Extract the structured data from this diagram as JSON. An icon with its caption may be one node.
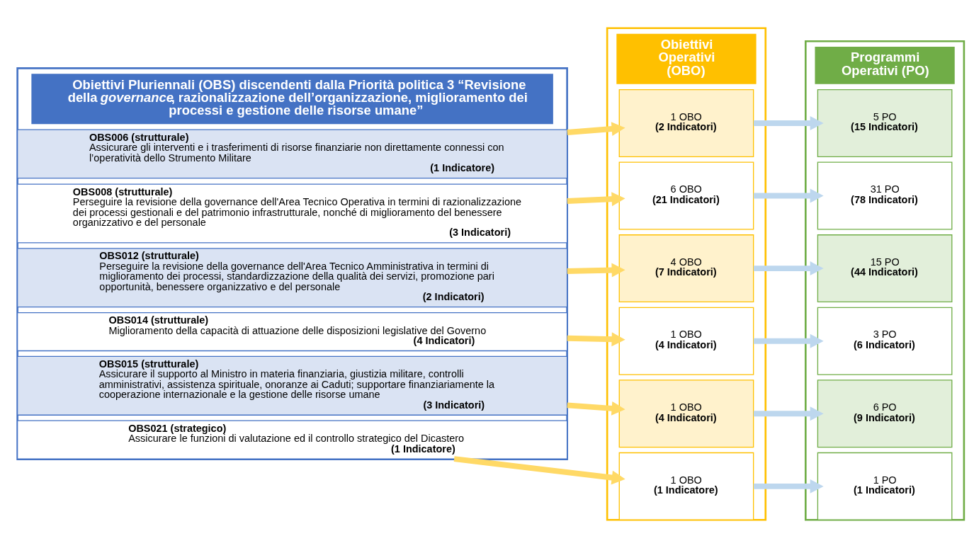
{
  "diagram": {
    "nodes": [
      {
        "text": [
          "Obiettivi Pluriennali (OBS) discendenti dalla Priorità politica 3 “Revisione della *governance*, razionalizzazione dell’organizzazione, miglioramento dei processi e gestione delle risorse umane”"
        ]
      },
      {
        "text": [
          "OBS006 (strutturale)",
          "Assicurare gli interventi e i trasferimenti di risorse finanziarie non direttamente connessi con l’operatività dello Strumento Militare",
          "(1 Indicatore)"
        ],
        "in": 0
      },
      {
        "text": [
          "OBS008 (strutturale)",
          "Perseguire la revisione della governance dell'Area Tecnico Operativa in termini di razionalizzazione dei processi gestionali e del patrimonio infrastrutturale, nonché di miglioramento del benessere organizzativo e del personale",
          "(3 Indicatori)"
        ],
        "in": 0
      },
      {
        "text": [
          "OBS012 (strutturale)",
          "Perseguire la revisione della governance dell'Area Tecnico Amministrativa in termini di miglioramento dei processi, standardizzazione della qualità dei servizi, promozione pari opportunità, benessere organizzativo e del personale",
          "(2 Indicatori)"
        ],
        "in": 0
      },
      {
        "text": [
          "OBS014 (strutturale)",
          "Miglioramento della capacità di attuazione delle disposizioni legislative del Governo",
          "(4 Indicatori)"
        ],
        "in": 0
      },
      {
        "text": [
          "OBS015 (strutturale)",
          "Assicurare il supporto al Ministro in materia finanziaria, giustizia militare, controlli amministrativi, assistenza spirituale, onoranze ai Caduti; supportare finanziariamente la cooperazione internazionale e la gestione delle risorse umane",
          "(3 Indicatori)"
        ],
        "in": 0
      },
      {
        "text": [
          "OBS021 (strategico)",
          "Assicurare le funzioni di valutazione ed il controllo strategico del Dicastero",
          "(1 Indicatore)"
        ],
        "in": 0
      },
      {
        "text": [
          "Obiettivi Operativi (OBO)"
        ]
      },
      {
        "text": [
          "1 OBO",
          "(2 Indicatori)"
        ],
        "in": 7
      },
      {
        "text": [
          "6 OBO",
          "(21 Indicatori)"
        ],
        "in": 7
      },
      {
        "text": [
          "4 OBO",
          "(7 Indicatori)"
        ],
        "in": 7
      },
      {
        "text": [
          "1 OBO",
          "(4 Indicatori)"
        ],
        "in": 7
      },
      {
        "text": [
          "1 OBO",
          "(4 Indicatori)"
        ],
        "in": 7
      },
      {
        "text": [
          "1 OBO",
          "(1 Indicatore)"
        ],
        "in": 7
      },
      {
        "text": [
          "Programmi Operativi (PO)"
        ]
      },
      {
        "text": [
          "5 PO",
          "(15 Indicatori)"
        ],
        "in": 14
      },
      {
        "text": [
          "31 PO",
          "(78 Indicatori)"
        ],
        "in": 14
      },
      {
        "text": [
          "15 PO",
          "(44 Indicatori)"
        ],
        "in": 14
      },
      {
        "text": [
          "3 PO",
          "(6 Indicatori)"
        ],
        "in": 14
      },
      {
        "text": [
          "6 PO",
          "(9 Indicatori)"
        ],
        "in": 14
      },
      {
        "text": [
          "1 PO",
          "(1 Indicatori)"
        ],
        "in": 14
      }
    ],
    "edges": [
      {
        "from": 1,
        "to": 8,
        "arrow": "to",
        "color": "#ffd966"
      },
      {
        "from": 2,
        "to": 9,
        "arrow": "to",
        "color": "#ffd966"
      },
      {
        "from": 3,
        "to": 10,
        "arrow": "to",
        "color": "#ffd966"
      },
      {
        "from": 4,
        "to": 11,
        "arrow": "to",
        "color": "#ffd966"
      },
      {
        "from": 5,
        "to": 12,
        "arrow": "to",
        "color": "#ffd966"
      },
      {
        "from": 6,
        "to": 13,
        "arrow": "to",
        "color": "#ffd966"
      },
      {
        "from": 8,
        "to": 15,
        "arrow": "to",
        "color": "#bdd7ee"
      },
      {
        "from": 9,
        "to": 16,
        "arrow": "to",
        "color": "#bdd7ee"
      },
      {
        "from": 10,
        "to": 17,
        "arrow": "to",
        "color": "#bdd7ee"
      },
      {
        "from": 11,
        "to": 18,
        "arrow": "to",
        "color": "#bdd7ee"
      },
      {
        "from": 12,
        "to": 19,
        "arrow": "to",
        "color": "#bdd7ee"
      },
      {
        "from": 13,
        "to": 20,
        "arrow": "to",
        "color": "#bdd7ee"
      }
    ]
  }
}
